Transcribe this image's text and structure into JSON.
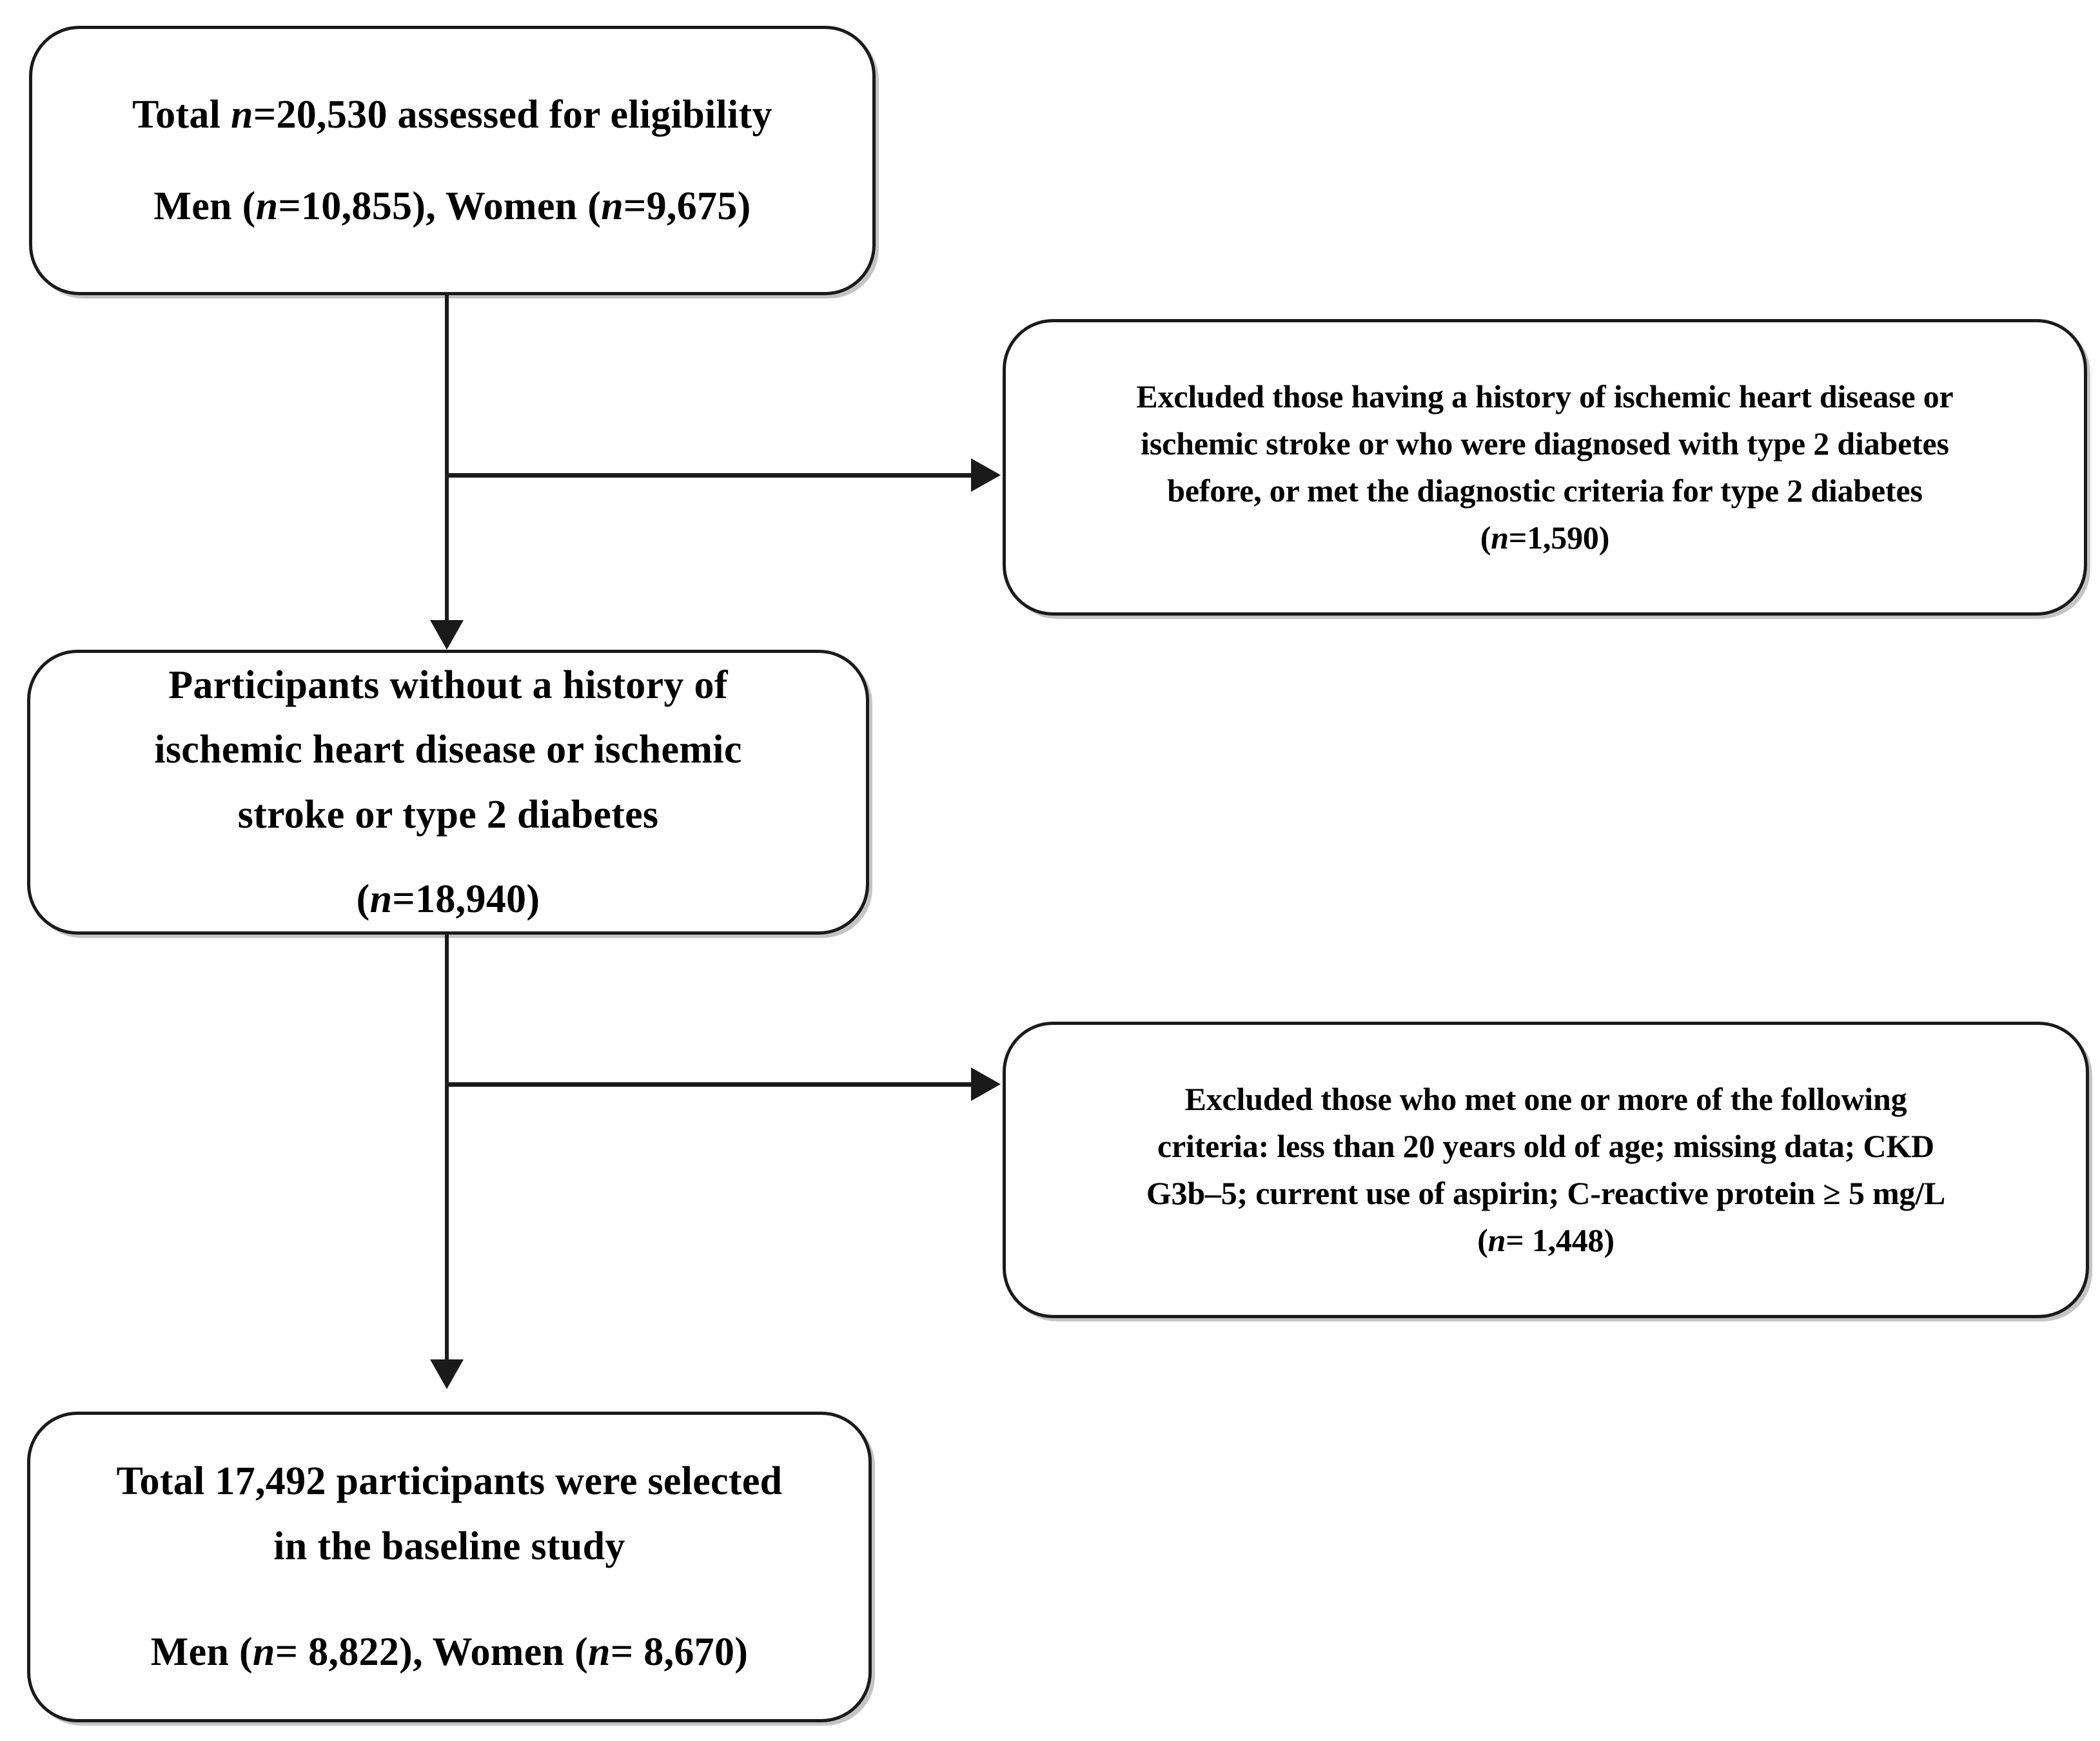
{
  "figure": {
    "type": "flowchart",
    "description": "Participant selection flow diagram",
    "accent_color": "#1a1a1a",
    "text_color": "#000000",
    "background_color": "#ffffff"
  },
  "boxes": {
    "eligibility": {
      "line1_pre": "Total ",
      "line1_n": "n",
      "line1_post": "=20,530 assessed for eligibility",
      "line2_pre": "Men (",
      "line2_n1": "n",
      "line2_mid": "=10,855), Women (",
      "line2_n2": "n",
      "line2_post": "=9,675)"
    },
    "excluded_one": {
      "line1": "Excluded those having a history of ischemic heart disease or",
      "line2": "ischemic stroke or who were diagnosed with type 2 diabetes",
      "line3": "before, or met the diagnostic criteria for type 2 diabetes",
      "line4_pre": "(",
      "line4_n": "n",
      "line4_post": "=1,590)"
    },
    "participants_without": {
      "line1": "Participants  without a history of",
      "line2": "ischemic heart disease or ischemic",
      "line3": "stroke or type 2 diabetes",
      "line4_pre": "(",
      "line4_n": "n",
      "line4_post": "=18,940)"
    },
    "excluded_two": {
      "line1": "Excluded those who met one or more of the following",
      "line2": "criteria: less than 20 years old of age; missing data; CKD",
      "line3": "G3b–5; current use of aspirin; C-reactive protein ≥ 5 mg/L",
      "line4_pre": "(",
      "line4_n": "n",
      "line4_post": "= 1,448)"
    },
    "baseline_total": {
      "line1": "Total  17,492 participants  were selected",
      "line2": "in the baseline study",
      "line3_pre": "Men (",
      "line3_n1": "n",
      "line3_mid": "= 8,822), Women (",
      "line3_n2": "n",
      "line3_post": "= 8,670)"
    }
  }
}
